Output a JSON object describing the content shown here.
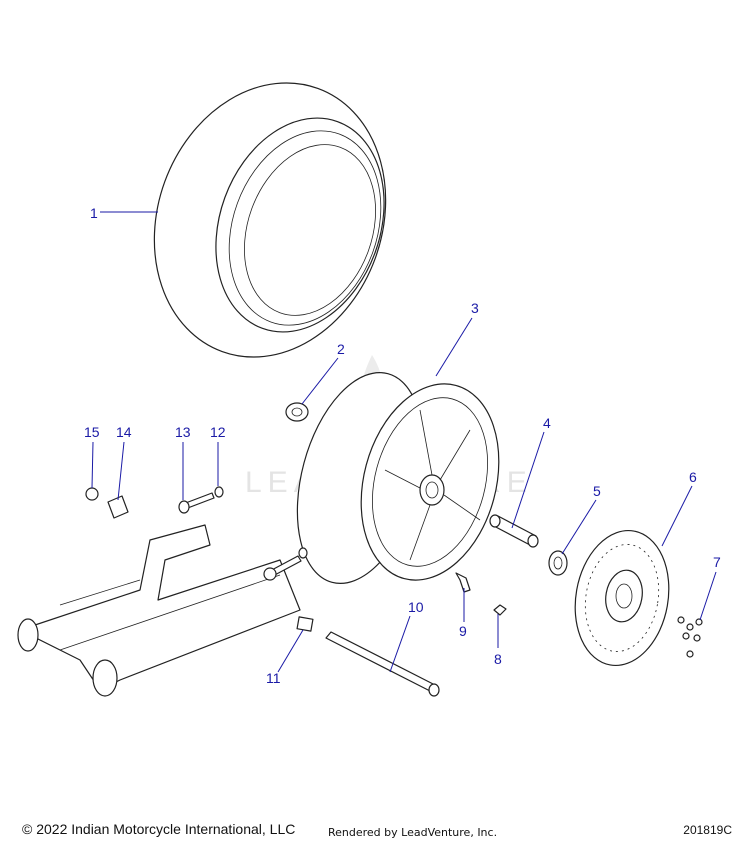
{
  "watermark": "LEADVENTURE",
  "callouts": [
    "1",
    "2",
    "3",
    "4",
    "5",
    "6",
    "7",
    "8",
    "9",
    "10",
    "11",
    "12",
    "13",
    "14",
    "15"
  ],
  "footer": {
    "copyright": "© 2022 Indian Motorcycle International, LLC",
    "rendered_by": "Rendered by LeadVenture, Inc.",
    "diagram_id": "201819C"
  }
}
